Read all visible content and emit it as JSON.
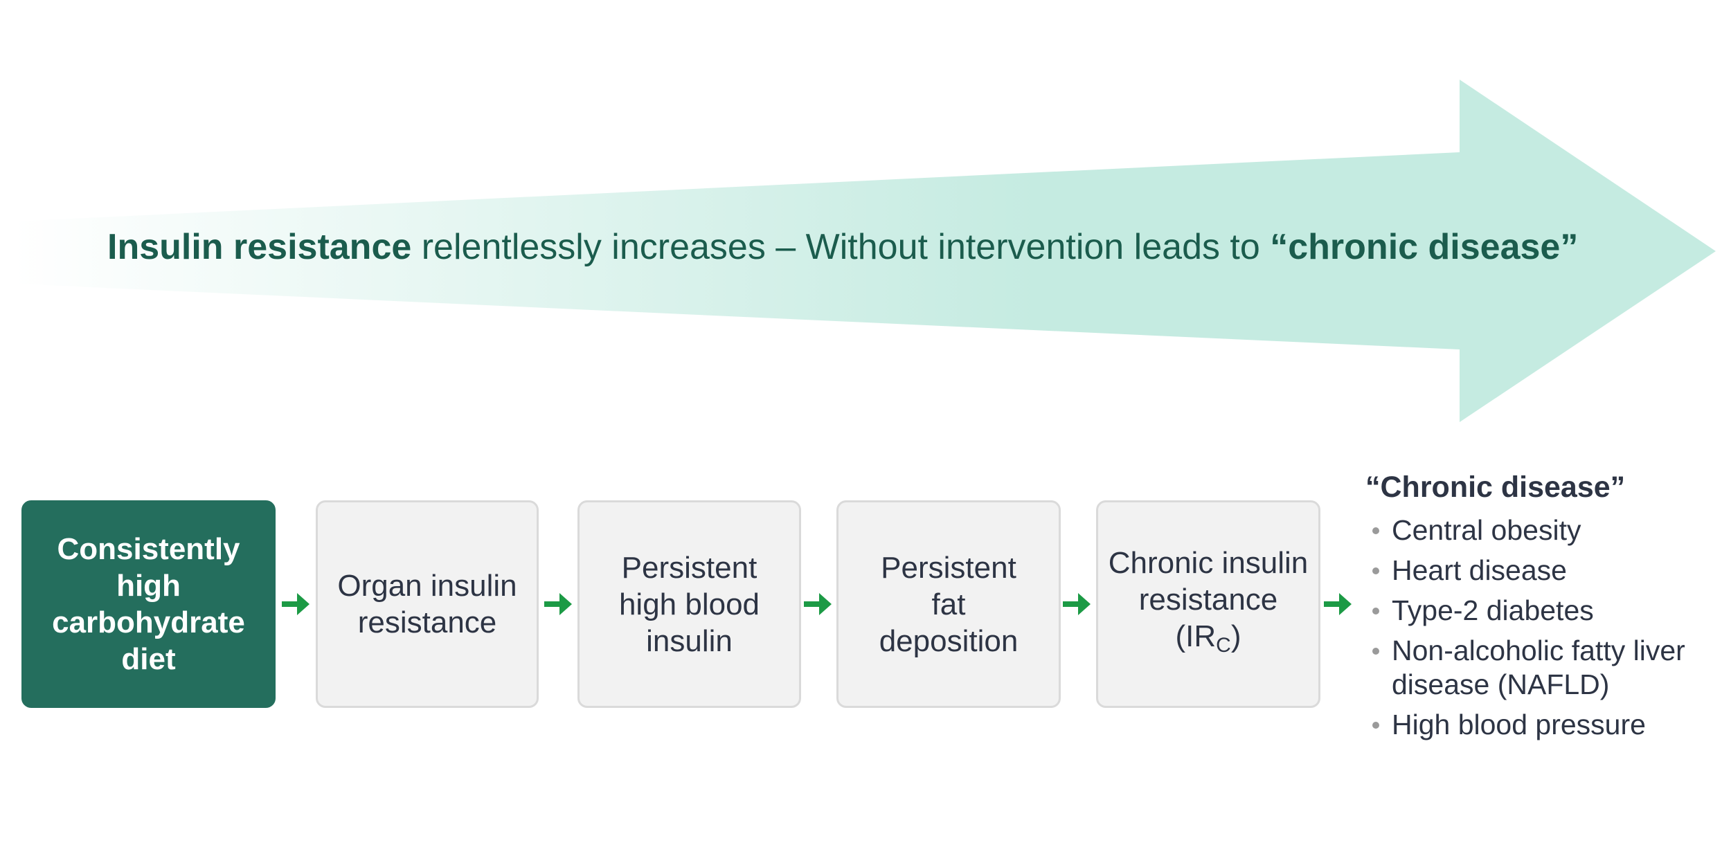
{
  "banner": {
    "bold_lead": "Insulin resistance",
    "middle": " relentlessly increases – Without intervention leads to ",
    "bold_end": "“chronic disease”",
    "gradient_start": "#ffffff",
    "gradient_end": "#c5ebe1",
    "text_color": "#1b5c4d"
  },
  "steps": [
    {
      "lines": [
        "Consistently",
        "high",
        "carbohydrate",
        "diet"
      ],
      "style": "primary"
    },
    {
      "lines": [
        "Organ insulin",
        "resistance"
      ],
      "style": "neutral"
    },
    {
      "lines": [
        "Persistent",
        "high blood",
        "insulin"
      ],
      "style": "neutral"
    },
    {
      "lines": [
        "Persistent",
        "fat",
        "deposition"
      ],
      "style": "neutral"
    },
    {
      "lines": [
        "Chronic insulin",
        "resistance"
      ],
      "last_prefix": "(IR",
      "last_sub": "C",
      "last_suffix": ")",
      "style": "neutral"
    }
  ],
  "connector_icon": "green-right-arrow-icon",
  "colors": {
    "primary_box": "#246e5d",
    "neutral_box": "#f2f2f2",
    "neutral_border": "#dadada",
    "connector": "#1c9a45",
    "text": "#2d3444"
  },
  "outcome": {
    "title": "“Chronic disease”",
    "items": [
      "Central obesity",
      "Heart disease",
      "Type-2 diabetes",
      "Non-alcoholic fatty liver disease (NAFLD)",
      "High blood pressure"
    ],
    "item_line_breaks": {
      "3": [
        "Non-alcoholic fatty liver",
        "disease (NAFLD)"
      ]
    }
  }
}
